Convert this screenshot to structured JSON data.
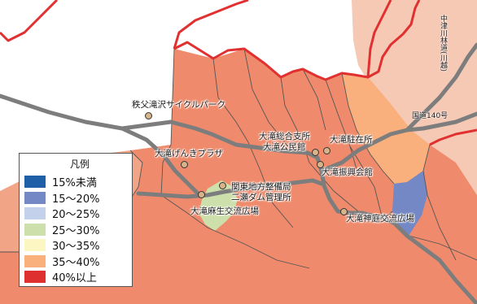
{
  "colors": {
    "land_high": "#ef8b6c",
    "land_light": "#f6c9b5",
    "class_35_40": "#f9b07c",
    "class_15_20": "#7388c4",
    "class_25_30": "#cde0ab",
    "border_red": "#e03030",
    "road_gray": "#7d7d7d",
    "district_line": "#555555"
  },
  "places": [
    {
      "label": "秩父滝沢サイクルパーク"
    },
    {
      "label": "大滝げんきプラザ"
    },
    {
      "label": "大滝総合支所"
    },
    {
      "label": "大滝公民館"
    },
    {
      "label": "大滝駐在所"
    },
    {
      "label": "大滝振興会館"
    },
    {
      "label": "関東地方整備局"
    },
    {
      "label": "二瀬ダム管理所"
    },
    {
      "label": "大滝麻生交流広場"
    },
    {
      "label": "大滝神庭交流広場"
    }
  ],
  "roads": [
    {
      "label": "国道140号"
    },
    {
      "label": "中津川林道(川越)"
    }
  ],
  "legend": {
    "title": "凡例",
    "items": [
      {
        "label": "15%未満",
        "color": "#1f5fa8"
      },
      {
        "label": "15～20%",
        "color": "#7388c4"
      },
      {
        "label": "20～25%",
        "color": "#c3d1ea"
      },
      {
        "label": "25～30%",
        "color": "#cde0ab"
      },
      {
        "label": "30～35%",
        "color": "#fcf6c2"
      },
      {
        "label": "35～40%",
        "color": "#f9b07c"
      },
      {
        "label": "40%以上",
        "color": "#df3030"
      }
    ]
  }
}
